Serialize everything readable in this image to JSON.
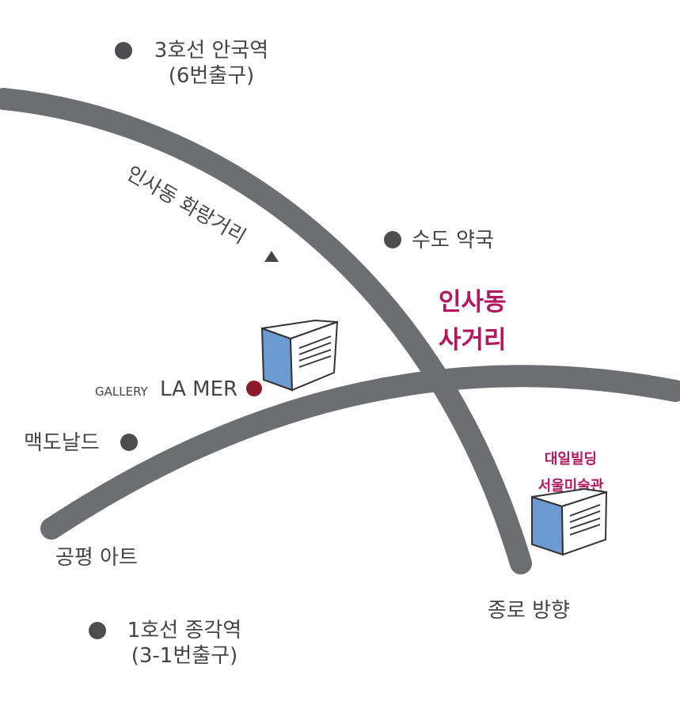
{
  "colors": {
    "road": "#6d6e71",
    "label": "#444444",
    "dot": "#4d4d4f",
    "gallery_marker": "#8b1a2b",
    "accent_text": "#b3175e",
    "building_blue": "#6b9bd1",
    "building_outline": "#333333"
  },
  "landmarks": {
    "anguk": {
      "line1": "3호선 안국역",
      "line2": "(6번출구)"
    },
    "jonggak": {
      "line1": "1호선 종각역",
      "line2": "(3-1번출구)"
    },
    "sudo_pharmacy": {
      "label": "수도 약국"
    },
    "mcdonalds": {
      "label": "맥도날드"
    },
    "insadong_street": {
      "label": "인사동 화랑거리"
    },
    "gongpyeong": {
      "label": "공평 아트"
    },
    "jongno_direction": {
      "label": "종로 방향"
    },
    "intersection": {
      "line1": "인사동",
      "line2": "사거리"
    },
    "building": {
      "line1": "대일빌딩",
      "line2": "서울미술관"
    }
  },
  "gallery": {
    "prefix": "GALLERY",
    "name": "LA MER"
  },
  "icons": {
    "street_direction": "triangle-up-icon",
    "station": "filled-circle-icon",
    "building": "building-icon"
  }
}
